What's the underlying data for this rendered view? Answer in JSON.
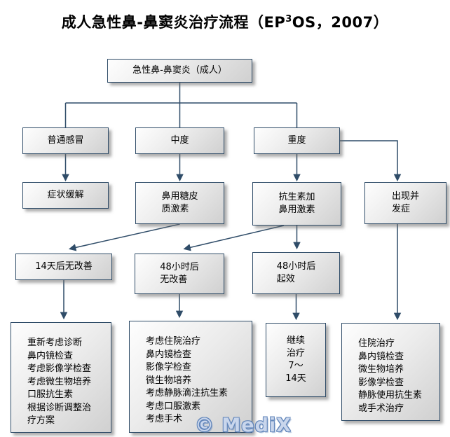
{
  "title": {
    "prefix": "成人急性鼻-鼻窦炎治疗流程（EP",
    "superscript": "3",
    "suffix": "OS，2007）"
  },
  "watermark": "© MediX",
  "colors": {
    "line": "#2f4c68",
    "box_border": "#2f4c68",
    "box_fill_light": "#fefefe",
    "box_fill_dark": "#d0d0d0",
    "watermark_blue": "#6286ba"
  },
  "nodes": {
    "root": {
      "lines": [
        "急性鼻-鼻窦炎（成人）"
      ]
    },
    "common_cold": {
      "lines": [
        "普通感冒"
      ]
    },
    "moderate": {
      "lines": [
        "中度"
      ]
    },
    "severe": {
      "lines": [
        "重度"
      ]
    },
    "symptom_relief": {
      "lines": [
        "症状缓解"
      ]
    },
    "nasal_steroid": {
      "lines": [
        "鼻用糖皮",
        "质激素"
      ]
    },
    "antibiotic_plus_nasal": {
      "lines": [
        "抗生素加",
        "鼻用激素"
      ]
    },
    "complications": {
      "lines": [
        "出现并",
        "发症"
      ]
    },
    "no_improvement_14d": {
      "lines": [
        "14天后无改善"
      ]
    },
    "no_improvement_48h": {
      "lines": [
        "48小时后",
        "无改善"
      ]
    },
    "onset_48h": {
      "lines": [
        "48小时后",
        "起效"
      ]
    },
    "reconsider_diagnosis": {
      "lines": [
        "重新考虑诊断",
        "鼻内镜检查",
        "考虑影像学检查",
        "考虑微生物培养",
        "口服抗生素",
        "根据诊断调整治",
        "疗方案"
      ]
    },
    "consider_hospitalization": {
      "lines": [
        "考虑住院治疗",
        "鼻内镜检查",
        "影像学检查",
        "微生物培养",
        "考虑静脉滴注抗生素",
        "考虑口服激素",
        "考虑手术"
      ]
    },
    "continue_treatment": {
      "lines": [
        "继续",
        "治疗",
        "7～",
        "14天"
      ]
    },
    "hospitalization": {
      "lines": [
        "住院治疗",
        "鼻内镜检查",
        "微生物培养",
        "影像学检查",
        "静脉使用抗生素",
        "或手术治疗"
      ]
    }
  }
}
